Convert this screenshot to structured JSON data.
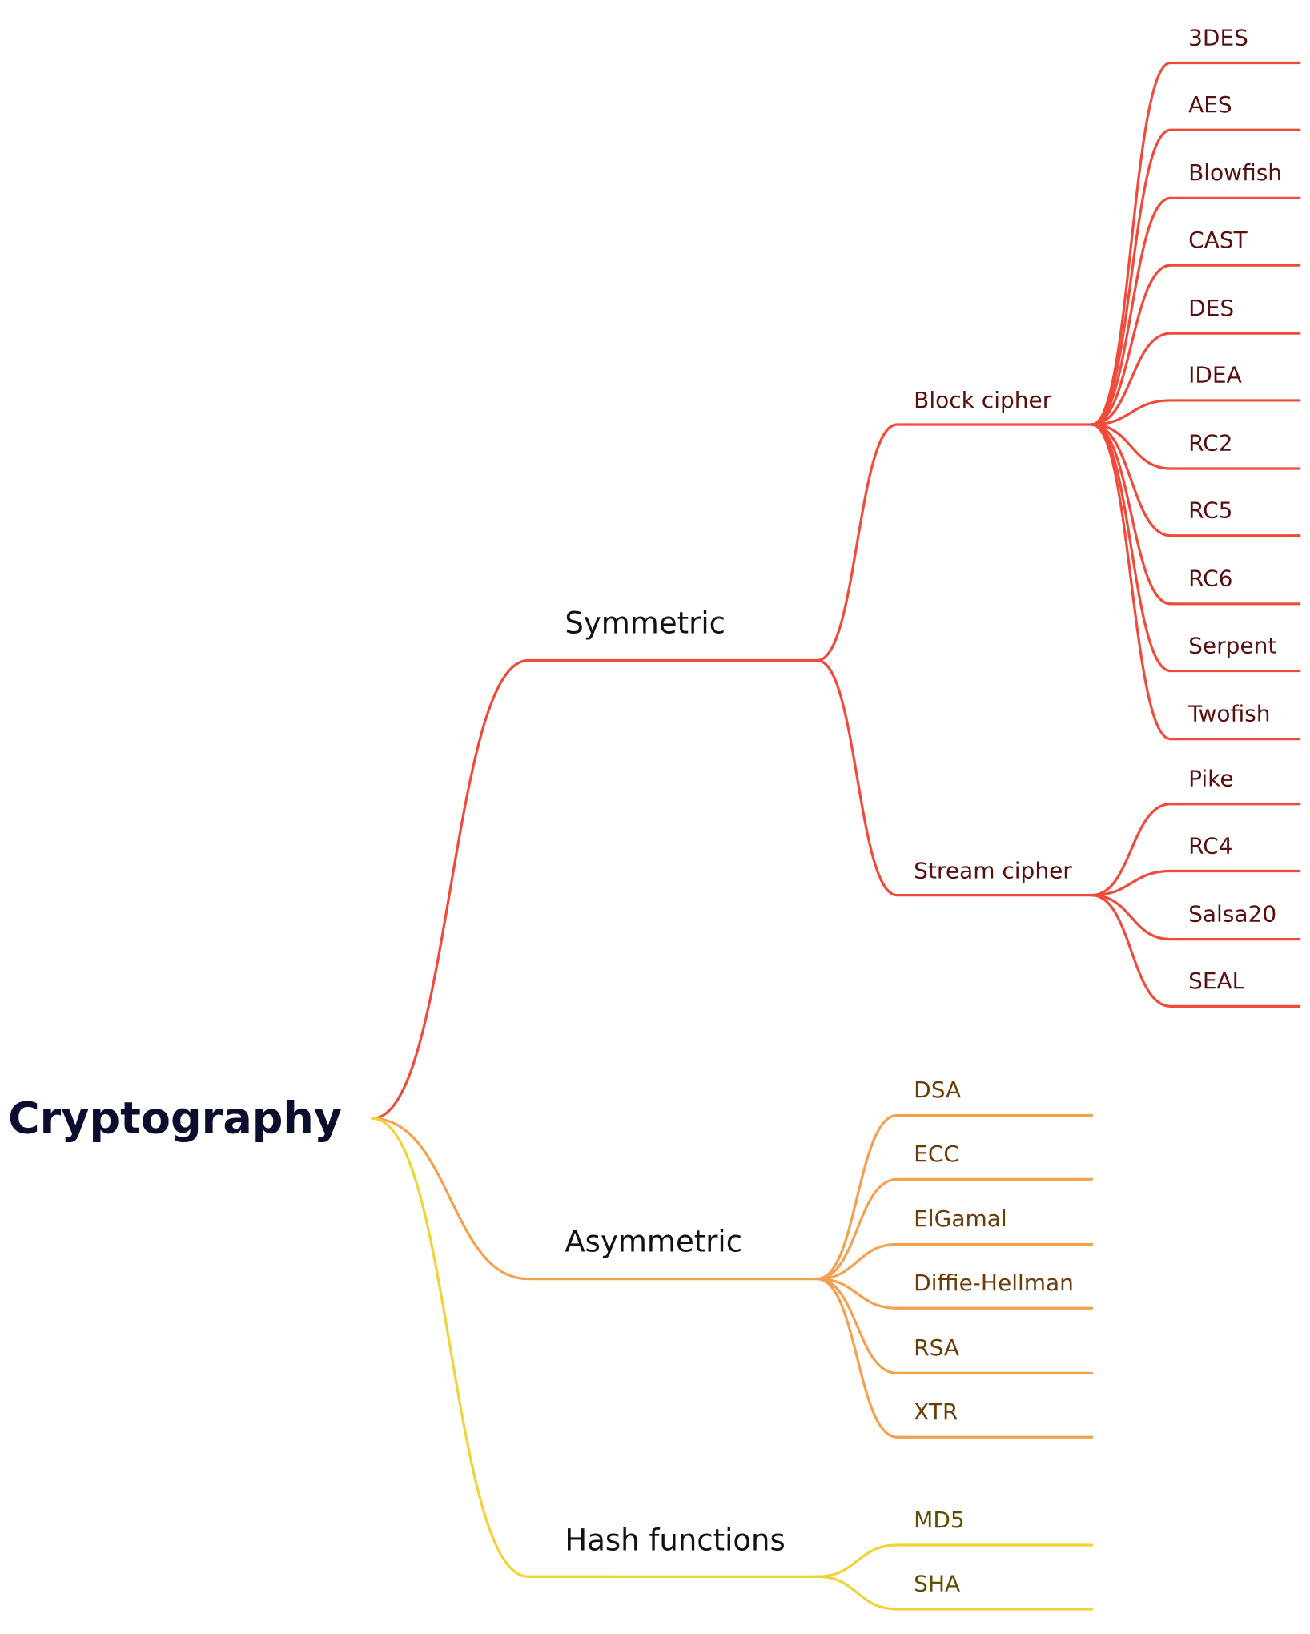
{
  "root": {
    "label": "Cryptography",
    "color": "#0b0d2e"
  },
  "branches": [
    {
      "label": "Symmetric",
      "color": "#f24a3a",
      "text_color": "#5a0f0f",
      "children": [
        {
          "label": "Block cipher",
          "children": [
            "3DES",
            "AES",
            "Blowfish",
            "CAST",
            "DES",
            "IDEA",
            "RC2",
            "RC5",
            "RC6",
            "Serpent",
            "Twofish"
          ]
        },
        {
          "label": "Stream cipher",
          "children": [
            "Pike",
            "RC4",
            "Salsa20",
            "SEAL"
          ]
        }
      ]
    },
    {
      "label": "Asymmetric",
      "color": "#f3a04f",
      "text_color": "#6b3b0a",
      "children": [
        {
          "label": "DSA"
        },
        {
          "label": "ECC"
        },
        {
          "label": "ElGamal"
        },
        {
          "label": "Diffie-Hellman"
        },
        {
          "label": "RSA"
        },
        {
          "label": "XTR"
        }
      ]
    },
    {
      "label": "Hash functions",
      "color": "#f0d334",
      "text_color": "#5e4f00",
      "children": [
        {
          "label": "MD5"
        },
        {
          "label": "SHA"
        }
      ]
    }
  ]
}
